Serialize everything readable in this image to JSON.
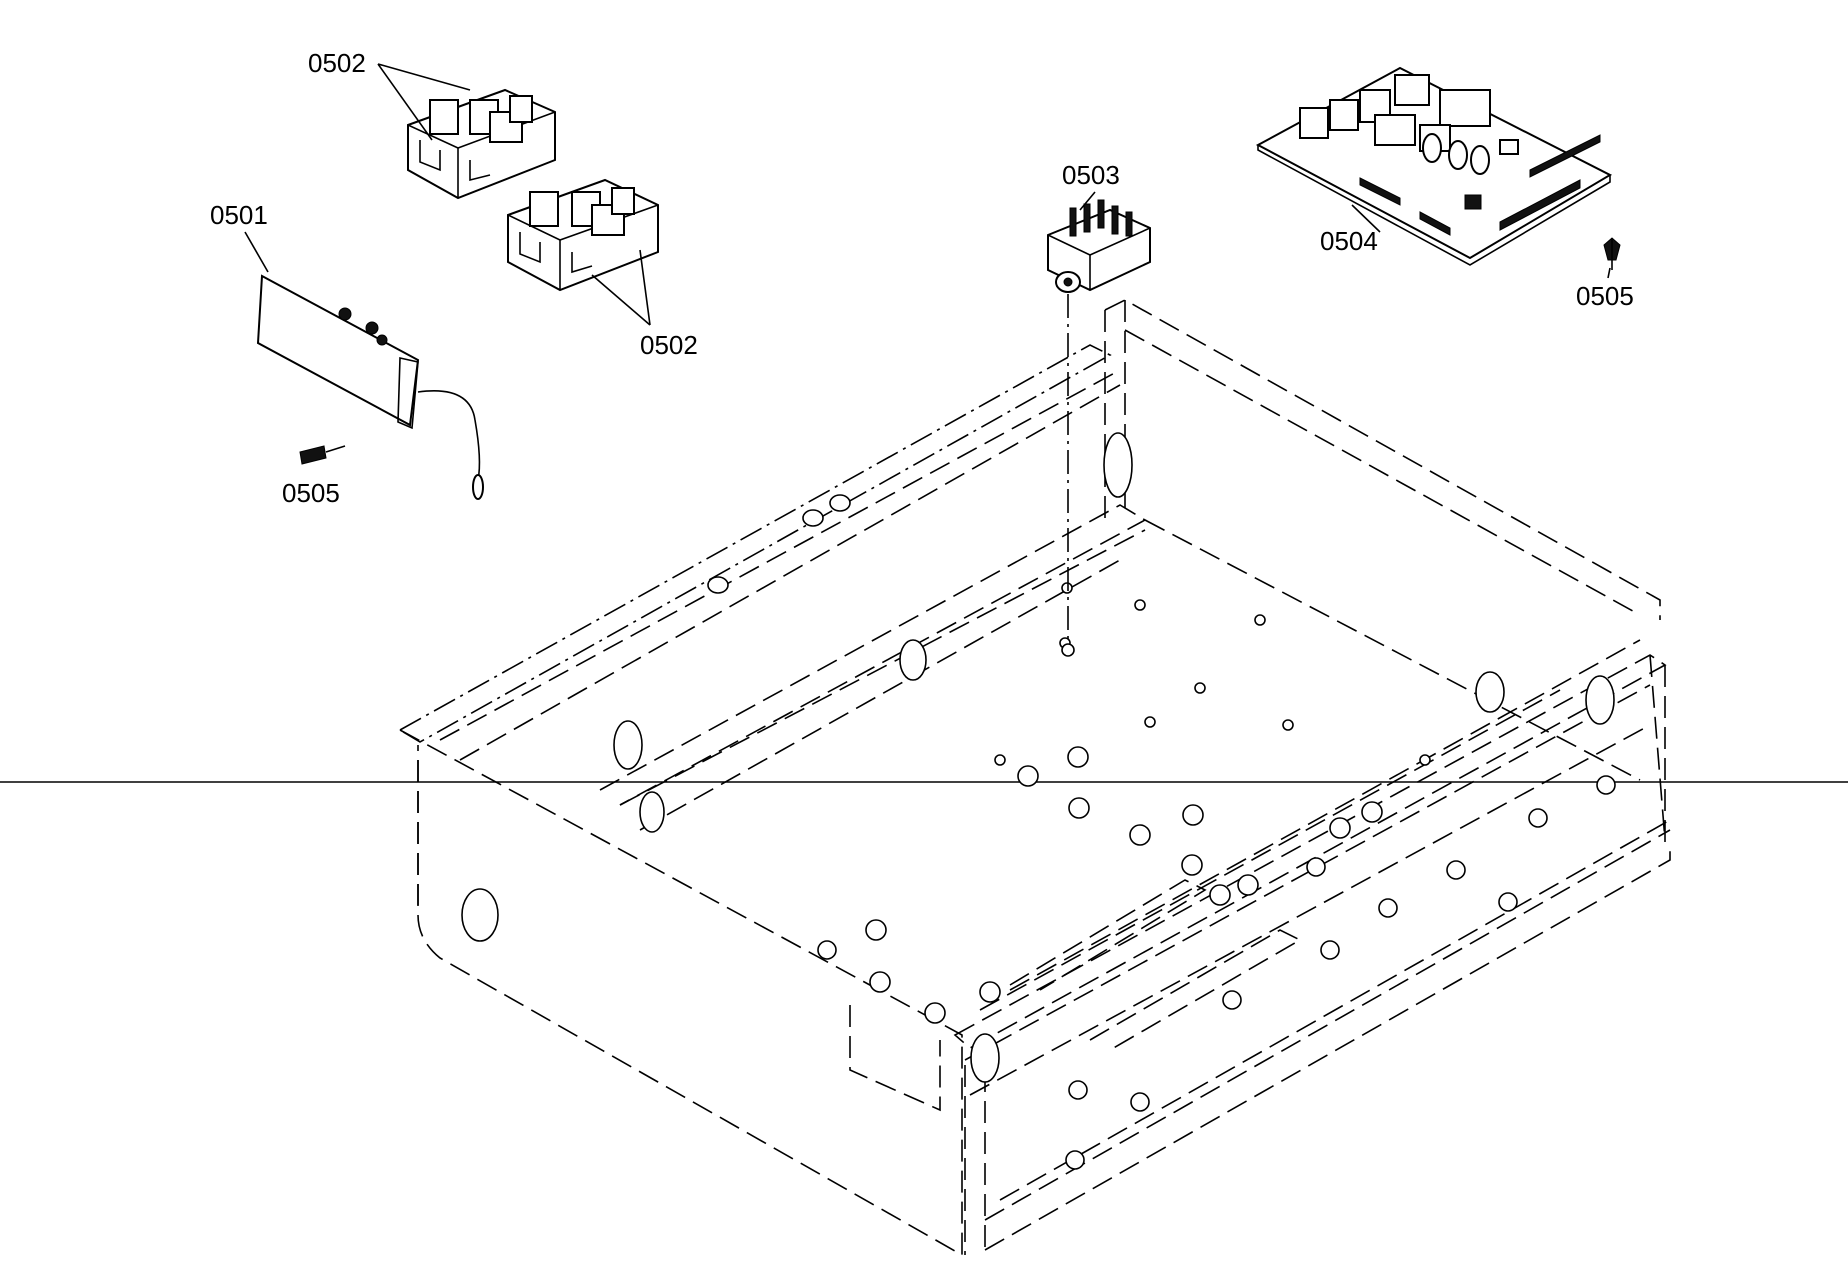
{
  "callouts": {
    "c0501": "0501",
    "c0502_top": "0502",
    "c0502_bottom": "0502",
    "c0503": "0503",
    "c0504": "0504",
    "c0505_left": "0505",
    "c0505_right": "0505"
  },
  "colors": {
    "line": "#000000",
    "background": "#ffffff"
  }
}
